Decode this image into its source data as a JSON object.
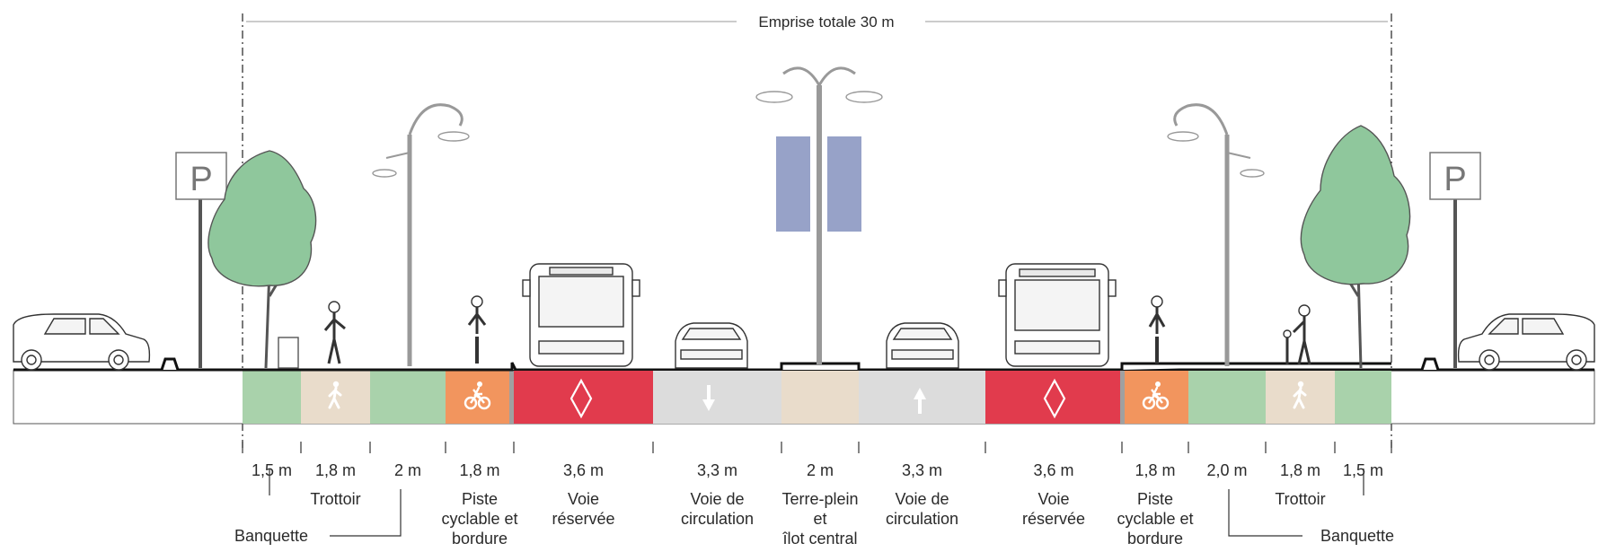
{
  "title": "Emprise totale 30 m",
  "colors": {
    "banquette": "#a9d2ab",
    "trottoir": "#e9dccb",
    "cyclable": "#f2955e",
    "reservee": "#e13b4d",
    "circulation": "#dcdcdc",
    "terreplein": "#e9dccb",
    "tree": "#8fc79c",
    "banner": "#97a2c8"
  },
  "signs": {
    "parking_left": "P",
    "parking_right": "P"
  },
  "segments": [
    {
      "width": "1,5 m",
      "label": "",
      "icon": "none"
    },
    {
      "width": "1,8 m",
      "label": "Trottoir",
      "icon": "pedestrian-icon"
    },
    {
      "width": "2 m",
      "label": "",
      "icon": "none"
    },
    {
      "width": "1,8 m",
      "label": "Piste cyclable et bordure",
      "icon": "bicycle-icon"
    },
    {
      "width": "3,6 m",
      "label": "Voie réservée",
      "icon": "diamond-icon"
    },
    {
      "width": "3,3 m",
      "label": "Voie de circulation",
      "icon": "arrow-down-icon"
    },
    {
      "width": "2 m",
      "label": "Terre-plein et îlot central",
      "icon": "none"
    },
    {
      "width": "3,3 m",
      "label": "Voie de circulation",
      "icon": "arrow-up-icon"
    },
    {
      "width": "3,6 m",
      "label": "Voie réservée",
      "icon": "diamond-icon"
    },
    {
      "width": "1,8 m",
      "label": "Piste cyclable et bordure",
      "icon": "bicycle-icon"
    },
    {
      "width": "2,0 m",
      "label": "",
      "icon": "none"
    },
    {
      "width": "1,8 m",
      "label": "Trottoir",
      "icon": "pedestrian-icon"
    },
    {
      "width": "1,5 m",
      "label": "",
      "icon": "none"
    }
  ],
  "group_labels": {
    "banquette_left": "Banquette",
    "banquette_right": "Banquette"
  }
}
